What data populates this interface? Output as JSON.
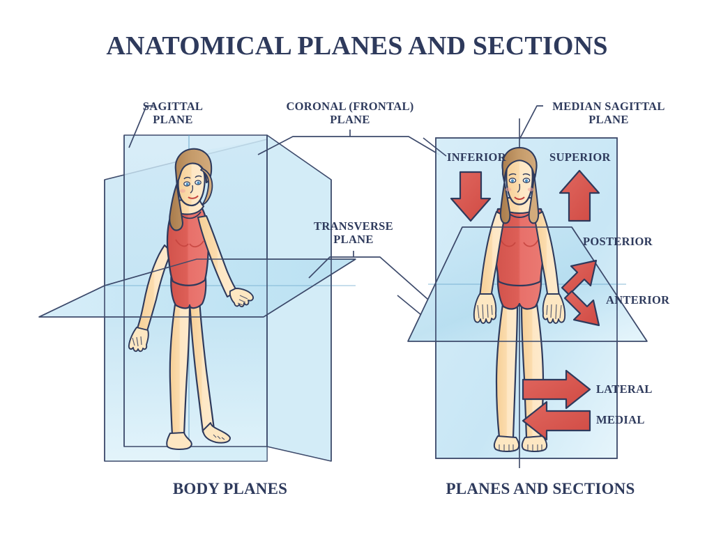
{
  "document": {
    "title": "ANATOMICAL PLANES AND SECTIONS",
    "background_color": "#ffffff",
    "ink_color": "#2e3a5c"
  },
  "palette": {
    "ink": "#2e3a5c",
    "plane_fill_light": "#d7eef8",
    "plane_fill_mid": "#bfe4f4",
    "plane_fill_deep": "#a8d9ef",
    "plane_stroke": "#3d4a6b",
    "arrow_red": "#d9564f",
    "arrow_red_light": "#e0675f",
    "skin": "#fde2b8",
    "skin_shade": "#f6cf96",
    "hair": "#c69a68",
    "hair_shade": "#a97c4c",
    "suit": "#e4675f",
    "suit_shade": "#d2534c"
  },
  "left_panel": {
    "caption": "BODY PLANES",
    "labels": [
      {
        "id": "sagittal",
        "text": "SAGITTAL\nPLANE"
      },
      {
        "id": "coronal",
        "text": "CORONAL (FRONTAL)\nPLANE"
      },
      {
        "id": "transverse",
        "text": "TRANSVERSE\nPLANE"
      }
    ],
    "planes": [
      {
        "name": "sagittal-plane",
        "orientation": "vertical-front"
      },
      {
        "name": "coronal-plane",
        "orientation": "vertical-receding"
      },
      {
        "name": "transverse-plane",
        "orientation": "horizontal"
      }
    ]
  },
  "right_panel": {
    "caption": "PLANES AND SECTIONS",
    "labels": [
      {
        "id": "median_sagittal",
        "text": "MEDIAN SAGITTAL\nPLANE"
      }
    ],
    "direction_arrows": [
      {
        "id": "inferior",
        "label": "INFERIOR",
        "direction": "down"
      },
      {
        "id": "superior",
        "label": "SUPERIOR",
        "direction": "up"
      },
      {
        "id": "posterior",
        "label": "POSTERIOR",
        "direction": "up-right"
      },
      {
        "id": "anterior",
        "label": "ANTERIOR",
        "direction": "down-right"
      },
      {
        "id": "lateral",
        "label": "LATERAL",
        "direction": "right"
      },
      {
        "id": "medial",
        "label": "MEDIAL",
        "direction": "left"
      }
    ]
  }
}
